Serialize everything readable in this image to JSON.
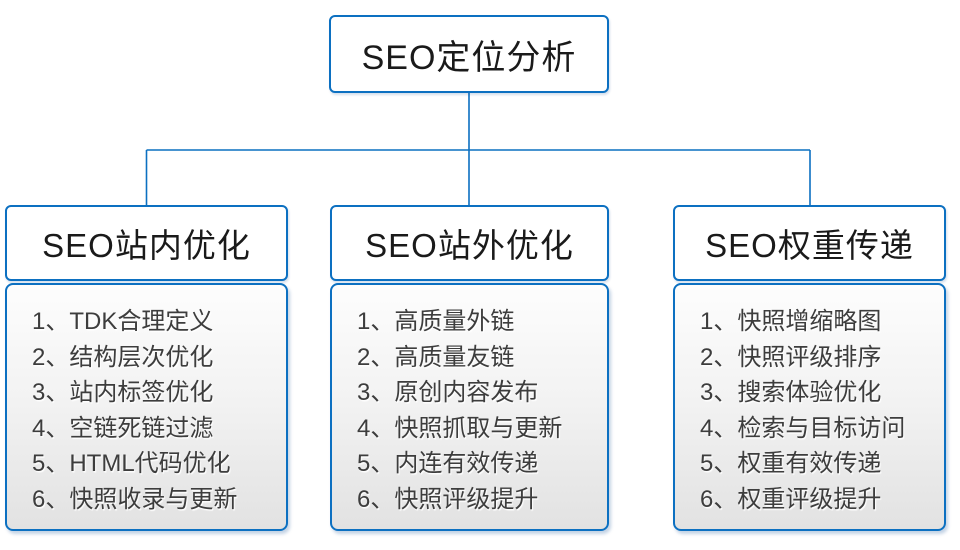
{
  "diagram": {
    "root_label": "SEO定位分析",
    "columns": [
      {
        "title": "SEO站内优化",
        "items": [
          "1、TDK合理定义",
          "2、结构层次优化",
          "3、站内标签优化",
          "4、空链死链过滤",
          "5、HTML代码优化",
          "6、快照收录与更新"
        ]
      },
      {
        "title": "SEO站外优化",
        "items": [
          "1、高质量外链",
          "2、高质量友链",
          "3、原创内容发布",
          "4、快照抓取与更新",
          "5、内连有效传递",
          "6、快照评级提升"
        ]
      },
      {
        "title": "SEO权重传递",
        "items": [
          "1、快照增缩略图",
          "2、快照评级排序",
          "3、搜索体验优化",
          "4、检索与目标访问",
          "5、权重有效传递",
          "6、权重评级提升"
        ]
      }
    ],
    "colors": {
      "line": "#0c70c1",
      "border": "#0c70c1",
      "node_text": "#1a1a1a",
      "item_text": "#3d3d3d",
      "list_bg_top": "#fdfdfd",
      "list_bg_bottom": "#e2e2e2",
      "background": "#ffffff"
    }
  }
}
